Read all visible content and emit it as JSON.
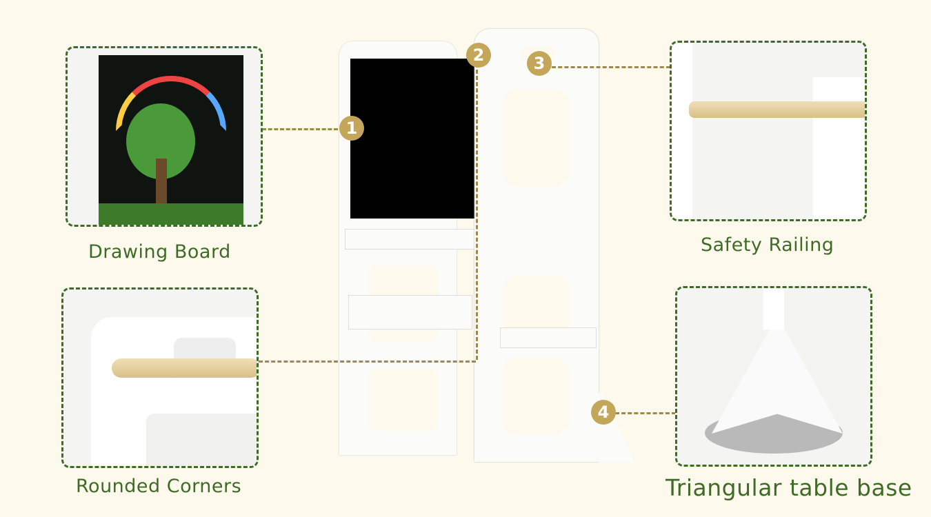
{
  "features": [
    {
      "number": "1",
      "label": "Drawing Board"
    },
    {
      "number": "2",
      "label": "Rounded Corners"
    },
    {
      "number": "3",
      "label": "Safety Railing"
    },
    {
      "number": "4",
      "label": "Triangular table base"
    }
  ],
  "colors": {
    "background": "#fdf9ec",
    "accent_green": "#3f6b26",
    "badge_gold": "#c4a65a"
  }
}
